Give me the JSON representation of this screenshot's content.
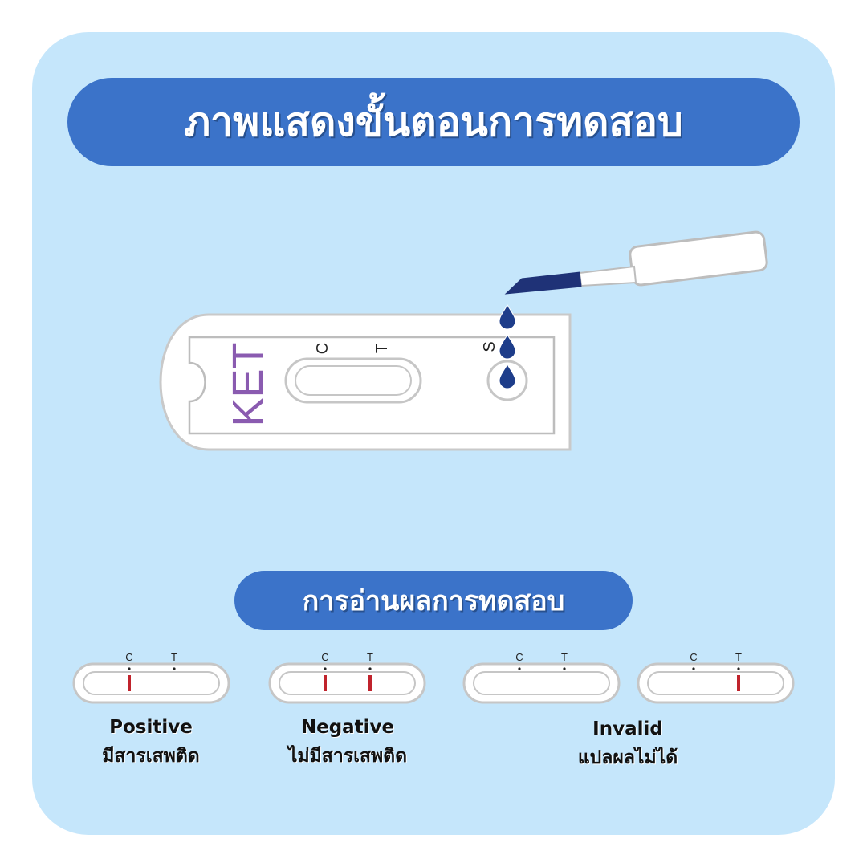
{
  "header": {
    "title": "ภาพแสดงขั้นตอนการทดสอบ"
  },
  "device": {
    "brand": "KET",
    "control_label": "C",
    "test_label": "T",
    "sample_label": "S"
  },
  "results_section": {
    "title": "การอ่านผลการทดสอบ"
  },
  "strip_labels": {
    "c": "C",
    "t": "T"
  },
  "results": [
    {
      "en": "Positive",
      "th": "มีสารเสพติด"
    },
    {
      "en": "Negative",
      "th": "ไม่มีสารเสพติด"
    },
    {
      "en": "Invalid",
      "th": "แปลผลไม่ได้"
    }
  ],
  "colors": {
    "background": "#c5e6fb",
    "pill": "#3b73c9",
    "drop": "#1e3d8a",
    "line": "#c0232c",
    "brand": "#8a5bb0"
  }
}
